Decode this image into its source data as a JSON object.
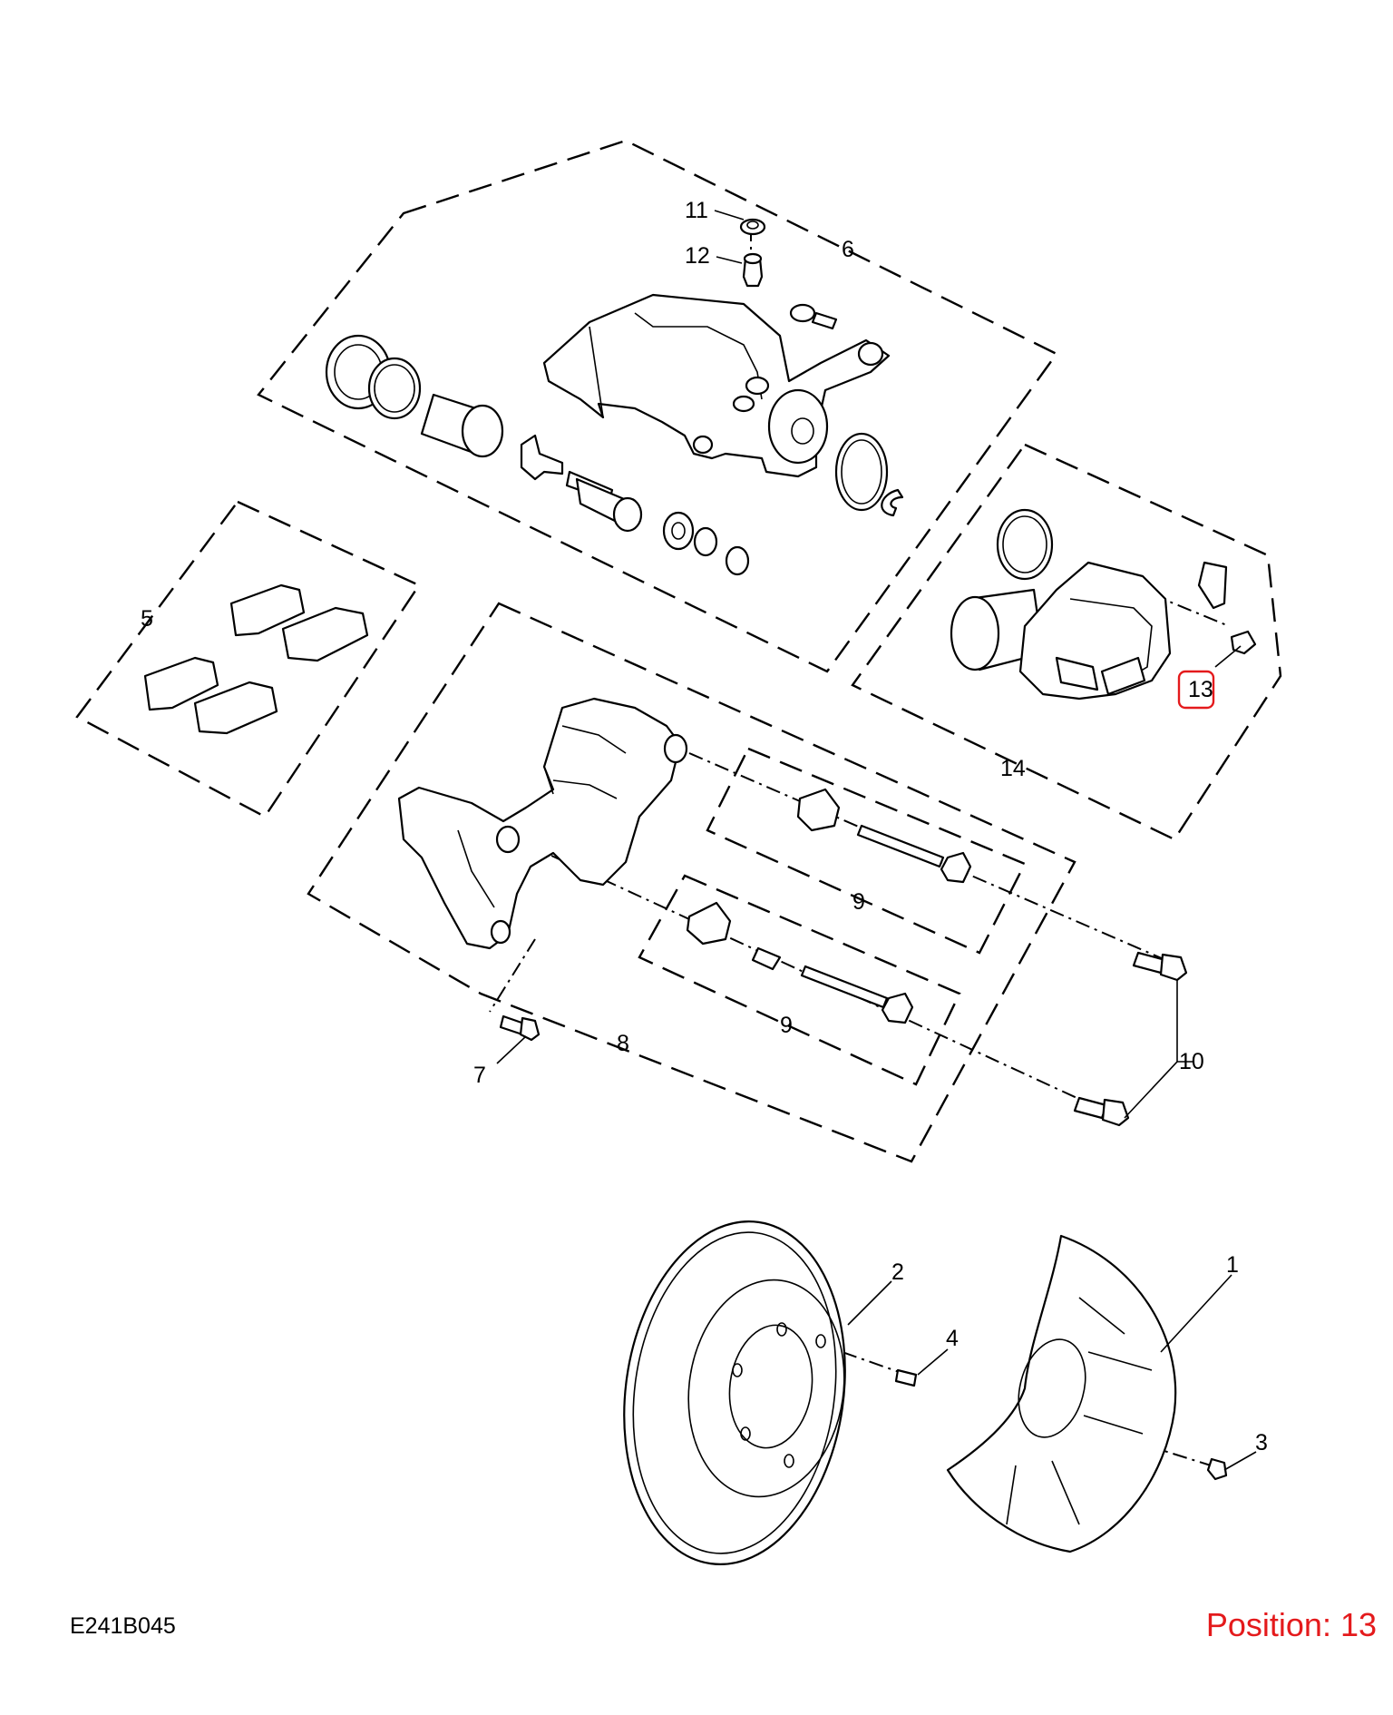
{
  "diagram_code": "E241B045",
  "position_label": "Position: 13",
  "highlight_color": "#e41a1c",
  "highlighted_callout": "13",
  "callouts": {
    "c1": "1",
    "c2": "2",
    "c3": "3",
    "c4": "4",
    "c5": "5",
    "c6": "6",
    "c7": "7",
    "c8": "8",
    "c9a": "9",
    "c9b": "9",
    "c10": "10",
    "c11": "11",
    "c12": "12",
    "c13": "13",
    "c14": "14"
  }
}
